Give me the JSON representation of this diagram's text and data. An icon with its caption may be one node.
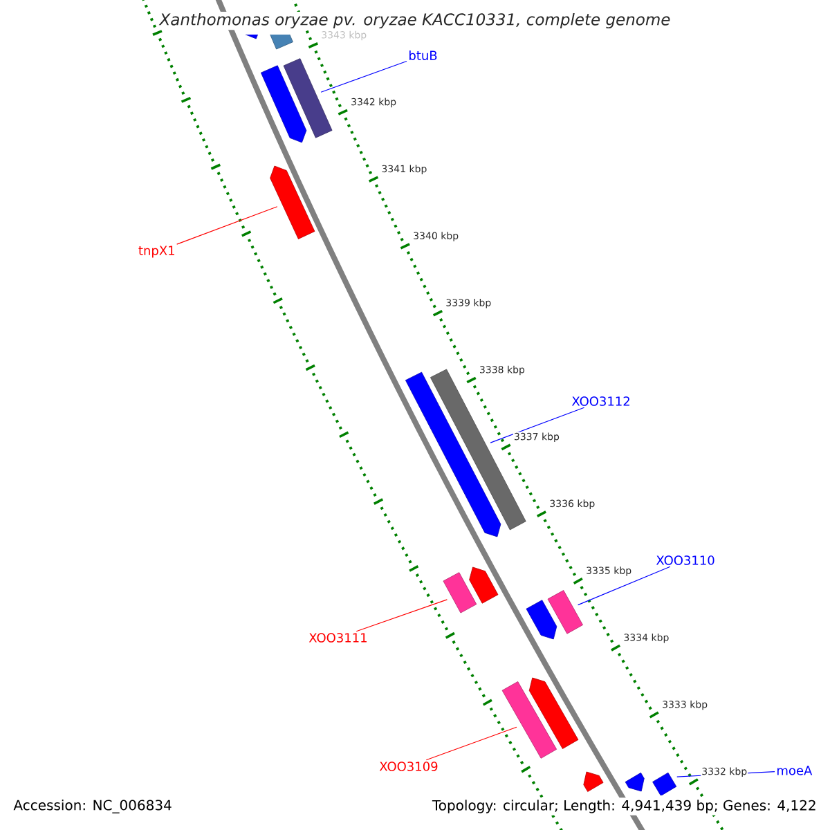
{
  "diagram": {
    "title": "Xanthomonas oryzae pv. oryzae KACC10331, complete genome",
    "nodes": [
      {
        "text": [],
        "shape": "pentagon"
      },
      {
        "text": [],
        "shape": "box"
      },
      {
        "text": [
          "btuB"
        ]
      },
      {
        "text": [],
        "shape": "pentagon"
      },
      {
        "text": [],
        "shape": "box"
      },
      {
        "text": [],
        "shape": "pentagon"
      },
      {
        "text": [
          "tnpX1"
        ]
      },
      {
        "text": [],
        "shape": "pentagon"
      },
      {
        "text": [],
        "shape": "box"
      },
      {
        "text": [
          "XOO3112"
        ]
      },
      {
        "text": [
          "XOO3110"
        ]
      },
      {
        "text": [],
        "shape": "pentagon"
      },
      {
        "text": [],
        "shape": "box"
      },
      {
        "text": [],
        "shape": "box"
      },
      {
        "text": [],
        "shape": "pentagon"
      },
      {
        "text": [
          "XOO3111"
        ]
      },
      {
        "text": [],
        "shape": "pentagon"
      },
      {
        "text": [],
        "shape": "box"
      },
      {
        "text": [
          "XOO3109"
        ]
      },
      {
        "text": [
          "moeA"
        ]
      },
      {
        "text": [],
        "shape": "pentagon"
      },
      {
        "text": [],
        "shape": "pentagon"
      },
      {
        "text": [],
        "shape": "box"
      }
    ],
    "edges": [
      {
        "from": 2,
        "to": 4,
        "arrow": "none"
      },
      {
        "from": 6,
        "to": 5,
        "arrow": "none",
        "color": "#ff0000"
      },
      {
        "from": 9,
        "to": 8,
        "arrow": "none"
      },
      {
        "from": 10,
        "to": 13,
        "arrow": "none"
      },
      {
        "from": 15,
        "to": 12,
        "arrow": "none",
        "color": "#ff0000"
      },
      {
        "from": 18,
        "to": 17,
        "arrow": "none",
        "color": "#ff0000"
      },
      {
        "from": 19,
        "to": 22,
        "arrow": "none"
      }
    ],
    "labels": [
      "3343 kbp",
      "3342 kbp",
      "3341 kbp",
      "3340 kbp",
      "3339 kbp",
      "3338 kbp",
      "3337 kbp",
      "3336 kbp",
      "3335 kbp",
      "3334 kbp",
      "3333 kbp",
      "3332 kbp",
      "Accession: NC_006834",
      "Topology: circular; Length: 4,941,439 bp; Genes: 4,122"
    ]
  }
}
